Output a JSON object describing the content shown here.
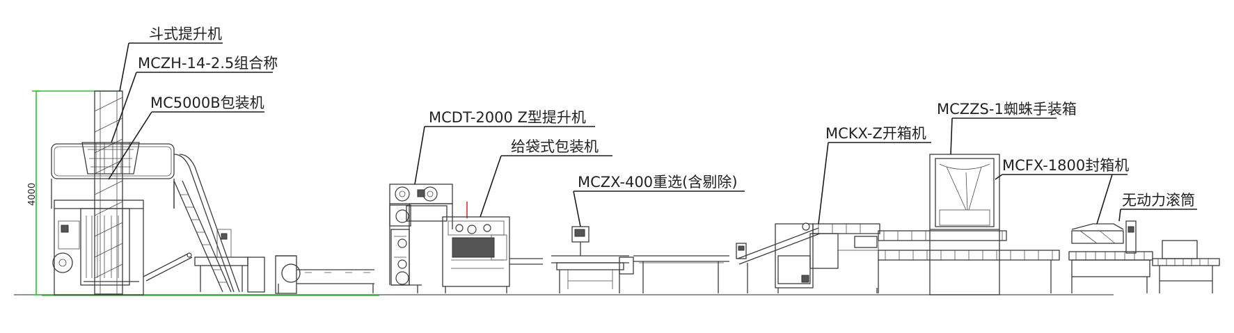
{
  "labels": {
    "bucket_elevator": "斗式提升机",
    "combination_weigher": "MCZH-14-2.5组合称",
    "packing_machine": "MC5000B包装机",
    "z_elevator": "MCDT-2000 Z型提升机",
    "bag_packing_machine": "给袋式包装机",
    "checkweigher": "MCZX-400重选(含剔除)",
    "case_erector": "MCKX-Z开箱机",
    "spider_case_packer": "MCZZS-1蜘蛛手装箱",
    "case_sealer": "MCFX-1800封箱机",
    "roller_conveyor": "无动力滚筒"
  },
  "dimension": {
    "height_value": "4000"
  },
  "colors": {
    "line": "#3a3a3a",
    "dimension": "#22cc22",
    "accent": "#e02020"
  }
}
